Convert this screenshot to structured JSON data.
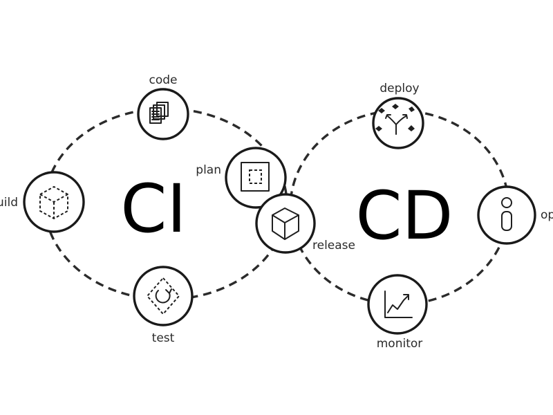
{
  "diagram": {
    "ci_label": "CI",
    "cd_label": "CD",
    "nodes": {
      "code": {
        "label": "code",
        "icon": "code-document-icon"
      },
      "plan": {
        "label": "plan",
        "icon": "plan-frame-icon"
      },
      "build": {
        "label": "uild",
        "icon": "build-cube-icon"
      },
      "test": {
        "label": "test",
        "icon": "test-loop-icon"
      },
      "release": {
        "label": "release",
        "icon": "release-box-icon"
      },
      "deploy": {
        "label": "deploy",
        "icon": "deploy-arrows-icon"
      },
      "operate": {
        "label": "op",
        "icon": "operate-info-icon"
      },
      "monitor": {
        "label": "monitor",
        "icon": "monitor-chart-icon"
      }
    }
  }
}
